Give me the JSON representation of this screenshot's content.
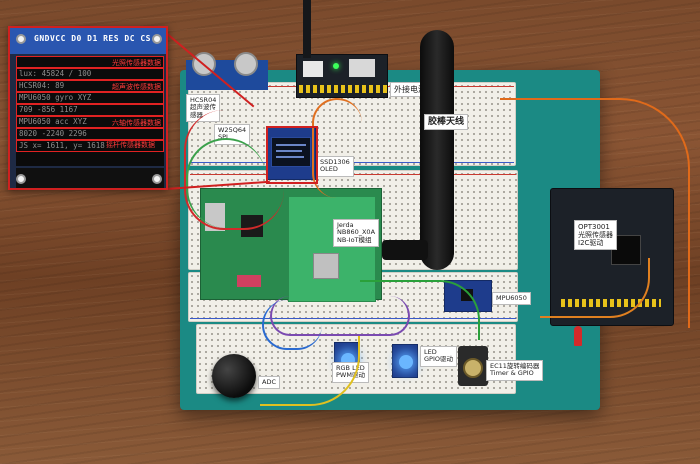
{
  "oled_inset": {
    "pin_header": "GNDVCC D0  D1 RES DC CS",
    "lines": [
      {
        "text": "",
        "tag": "光照传感器数据"
      },
      {
        "text": "lux: 45824 / 100",
        "tag": ""
      },
      {
        "text": "HCSR04: 89",
        "tag": "超声波传感数据"
      },
      {
        "text": "MPU6050 gyro XYZ",
        "tag": ""
      },
      {
        "text": "709  -856  1167",
        "tag": ""
      },
      {
        "text": "MPU6050 acc XYZ",
        "tag": "六轴传感器数据"
      },
      {
        "text": "8020  -2240  2296",
        "tag": ""
      },
      {
        "text": "JS  x= 1611, y= 1618",
        "tag": ""
      }
    ],
    "bottom_tag": "摇杆传感器数据"
  },
  "labels": {
    "antenna": "胶棒天线",
    "ext_power": "外接电源",
    "hcsr04": [
      "HCSR04",
      "超声波传",
      "感器"
    ],
    "w25q64": [
      "W25Q64",
      "SPI"
    ],
    "ssd1306": [
      "SSD1306",
      "OLED"
    ],
    "module": [
      "Jerda",
      "NB860_X0A",
      "NB-IoT模组"
    ],
    "mpu6050": "MPU6050",
    "opt3001": [
      "OPT3001",
      "光照传感器",
      "I2C驱动"
    ],
    "rgb_led": [
      "RGB LED",
      "PWM驱动"
    ],
    "led_gpio": [
      "LED",
      "GPIO驱动"
    ],
    "encoder": [
      "EC11旋转编码器",
      "Timer & GPIO"
    ],
    "adc": "ADC"
  },
  "colors": {
    "wood": "#7a4a2c",
    "board_teal": "#1b8a84",
    "highlight_red": "#d02020",
    "led_blue": "#6ab6ff"
  }
}
